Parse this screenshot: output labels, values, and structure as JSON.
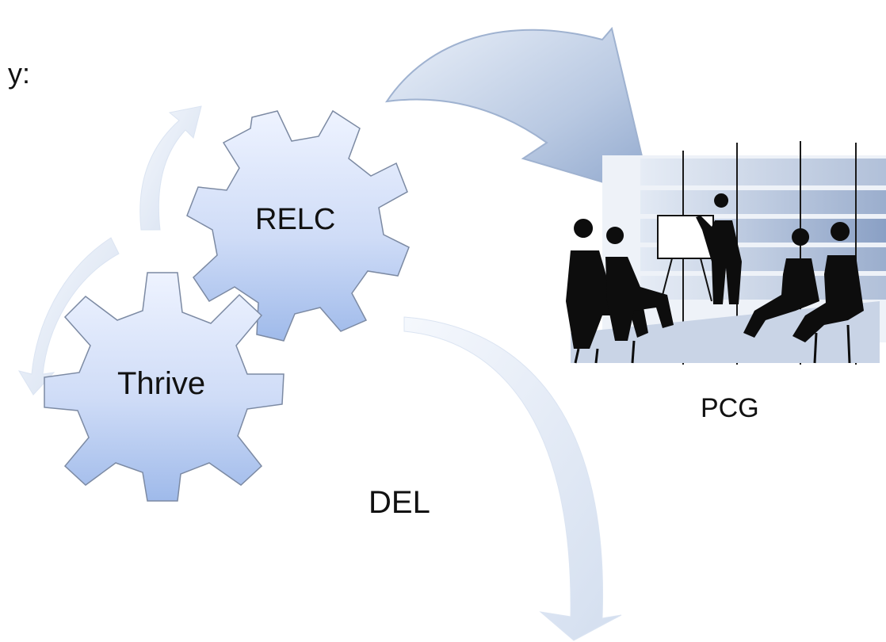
{
  "diagram": {
    "cut_off_text": "y:",
    "gears": [
      {
        "name": "relc",
        "label": "RELC"
      },
      {
        "name": "thrive",
        "label": "Thrive"
      }
    ],
    "outcome_label": "DEL",
    "meeting_label": "PCG"
  },
  "colors": {
    "gear_light": "#e6eeff",
    "gear_dark": "#a9c3f2",
    "gear_stroke": "#6f7f99",
    "arrow_light": "#f1f5fc",
    "arrow_dark": "#c9d6ea",
    "silhouette": "#0d0d0d",
    "window_blue": "#b8c9e6"
  }
}
